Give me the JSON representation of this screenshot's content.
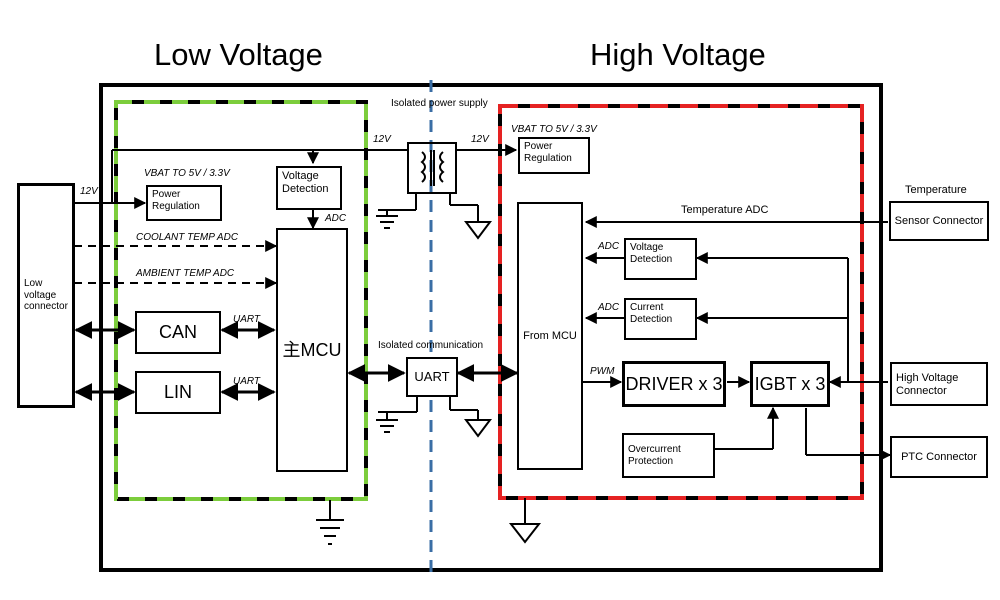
{
  "titles": {
    "low": "Low Voltage",
    "high": "High Voltage"
  },
  "isolation": {
    "power_supply": "Isolated power supply",
    "communication": "Isolated communication"
  },
  "rail_12v": "12V",
  "adc": "ADC",
  "pwm": "PWM",
  "low_side": {
    "connector": "Low voltage connector",
    "power_regulation": "Power Regulation",
    "vbat_note": "VBAT TO 5V / 3.3V",
    "voltage_detection": "Voltage Detection",
    "coolant_temp": "COOLANT TEMP ADC",
    "ambient_temp": "AMBIENT TEMP ADC",
    "can": "CAN",
    "lin": "LIN",
    "uart": "UART",
    "mcu": "主MCU"
  },
  "isolation_uart": "UART",
  "high_side": {
    "vbat_note": "VBAT TO 5V / 3.3V",
    "power_regulation": "Power Regulation",
    "from_mcu": "From MCU",
    "temperature_adc": "Temperature ADC",
    "voltage_detection": "Voltage Detection",
    "current_detection": "Current Detection",
    "driver": "DRIVER x 3",
    "igbt": "IGBT x 3",
    "overcurrent": "Overcurrent Protection"
  },
  "external": {
    "temperature": "Temperature",
    "sensor_connector": "Sensor Connector",
    "hv_connector": "High Voltage Connector",
    "ptc_connector": "PTC Connector"
  },
  "colors": {
    "low_boundary": "#7ccd3c",
    "high_boundary": "#e52222",
    "isolation_line": "#3a6ea5",
    "line": "#000000"
  }
}
